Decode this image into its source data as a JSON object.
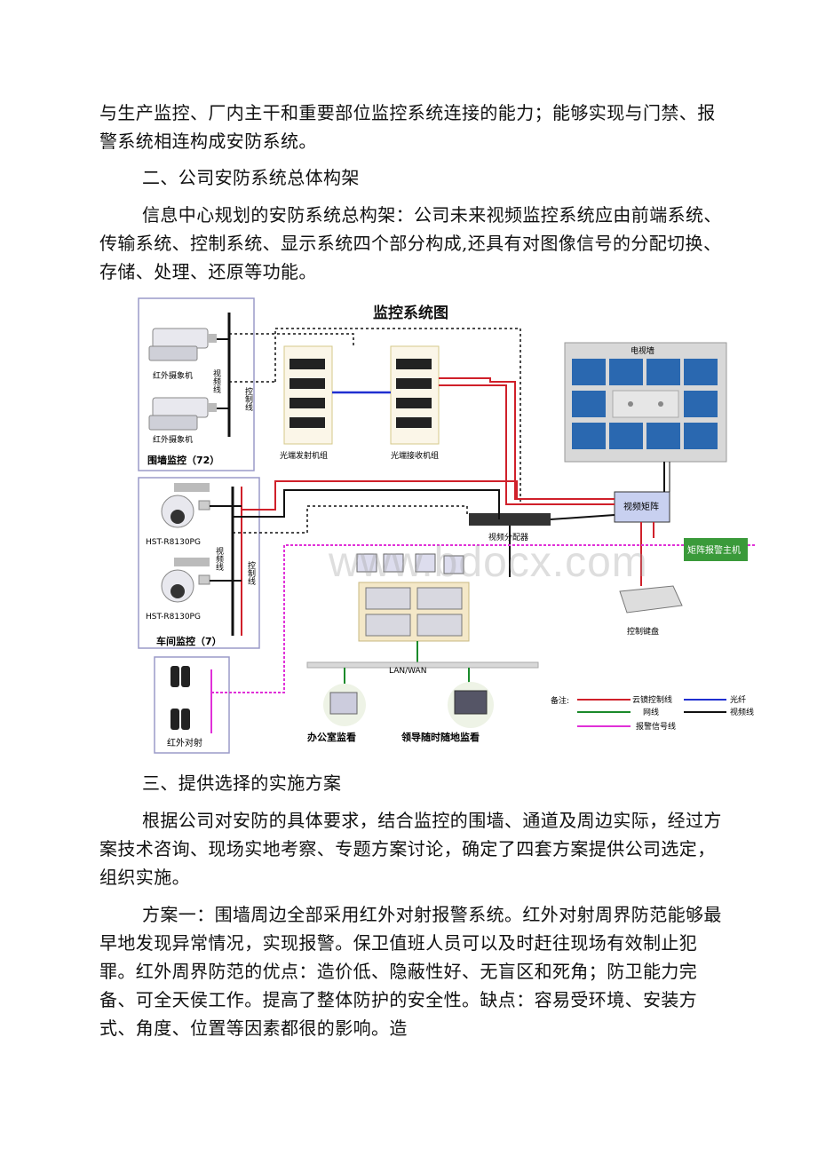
{
  "doc": {
    "p1": "与生产监控、厂内主干和重要部位监控系统连接的能力；能够实现与门禁、报警系统相连构成安防系统。",
    "h2": "二、公司安防系统总体构架",
    "p2": "信息中心规划的安防系统总构架：公司未来视频监控系统应由前端系统、传输系统、控制系统、显示系统四个部分构成,还具有对图像信号的分配切换、存储、处理、还原等功能。",
    "h3": "三、提供选择的实施方案",
    "p3": "根据公司对安防的具体要求，结合监控的围墙、通道及周边实际，经过方案技术咨询、现场实地考察、专题方案讨论，确定了四套方案提供公司选定，组织实施。",
    "p4": "方案一：围墙周边全部采用红外对射报警系统。红外对射周界防范能够最早地发现异常情况，实现报警。保卫值班人员可以及时赶往现场有效制止犯罪。红外周界防范的优点：造价低、隐蔽性好、无盲区和死角；防卫能力完备、可全天侯工作。提高了整体防护的安全性。缺点：容易受环境、安装方式、角度、位置等因素都很的影响。造"
  },
  "diagram": {
    "title": "监控系统图",
    "camera1": "红外摄象机",
    "camera2": "红外摄象机",
    "video_line_a": "视频线",
    "control_line_a": "控制线",
    "group1": "围墙监控（72）",
    "tx": "光端发射机组",
    "rx": "光端接收机组",
    "tvwall": "电视墙",
    "matrix": "视频矩阵",
    "splitter": "视频分配器",
    "alarm_host": "矩阵报警主机",
    "dome1": "HST-R8130PG",
    "dome2": "HST-R8130PG",
    "video_line_b": "视频线",
    "control_line_b": "控制线",
    "group2": "车间监控（7）",
    "keyboard": "控制键盘",
    "lan": "LAN/WAN",
    "infrared": "红外对射",
    "office": "办公室监看",
    "leader": "领导随时随地监看",
    "legend": {
      "title": "备注:",
      "ptz": "云镜控制线",
      "fiber": "光纤",
      "net": "网线",
      "video": "视频线",
      "alarm": "报警信号线"
    },
    "colors": {
      "red": "#d0202a",
      "blue": "#1f2fd0",
      "green": "#1a8a2a",
      "magenta": "#e030d8",
      "frame": "#9a9ac8",
      "matrix_bg": "#c8d0f0",
      "tv_bg": "#2a68b0",
      "alarm_bg": "#3a9a3a"
    }
  },
  "watermark": "www.bdocx.com"
}
